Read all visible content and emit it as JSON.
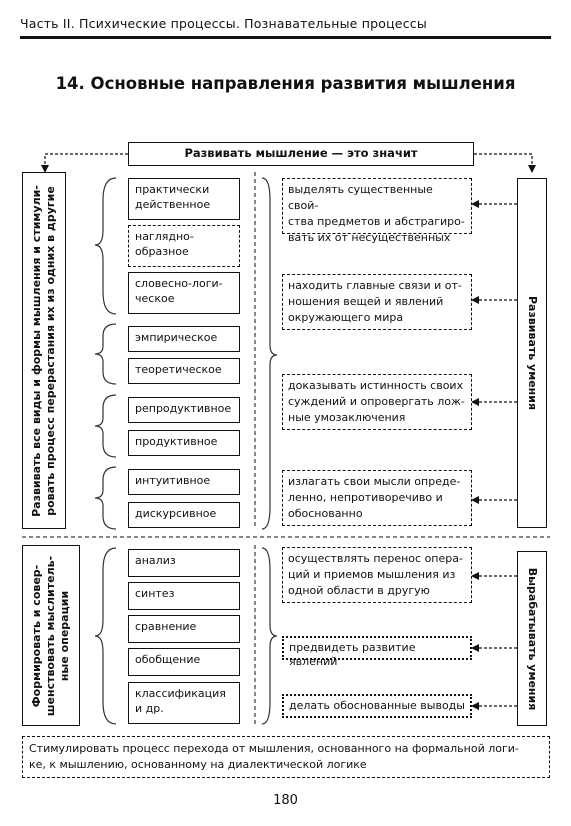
{
  "header": "Часть II. Психические процессы. Познавательные процессы",
  "title": "14. Основные направления развития мышления",
  "center_label": "Развивать мышление — это значит",
  "left_top_label": [
    "Развивать все виды и формы мышления и стимули-",
    "ровать процесс перерастания их из одних в другие"
  ],
  "left_bottom_label": [
    "Формировать и совер-",
    "шенствовать мыслитель-",
    "ные операции"
  ],
  "right_top_label": "Развивать умения",
  "right_bottom_label": "Вырабатывать умения",
  "types": [
    [
      "практически",
      "действенное"
    ],
    [
      "наглядно-",
      "образное"
    ],
    [
      "словесно-логи-",
      "ческое"
    ],
    [
      "эмпирическое"
    ],
    [
      "теоретическое"
    ],
    [
      "репродуктивное"
    ],
    [
      "продуктивное"
    ],
    [
      "интуитивное"
    ],
    [
      "дискурсивное"
    ]
  ],
  "operations": [
    [
      "анализ"
    ],
    [
      "синтез"
    ],
    [
      "сравнение"
    ],
    [
      "обобщение"
    ],
    [
      "классификация",
      "и др."
    ]
  ],
  "skills_top": [
    [
      "выделять существенные свой-",
      "ства предметов и абстрагиро-",
      "вать их от несущественных"
    ],
    [
      "находить главные связи и от-",
      "ношения вещей и явлений",
      "окружающего мира"
    ],
    [
      "доказывать истинность своих",
      "суждений и опровергать лож-",
      "ные умозаключения"
    ],
    [
      "излагать свои мысли опреде-",
      "ленно, непротиворечиво и",
      "обоснованно"
    ]
  ],
  "skills_bottom": [
    [
      "осуществлять перенос опера-",
      "ций и приемов мышления из",
      "одной области в другую"
    ],
    [
      "предвидеть развитие явлений"
    ],
    [
      "делать обоснованные выводы"
    ]
  ],
  "bottom_text": [
    "Стимулировать процесс перехода от мышления, основанного на формальной логи-",
    "ке, к мышлению, основанному на диалектической логике"
  ],
  "page_number": "180"
}
